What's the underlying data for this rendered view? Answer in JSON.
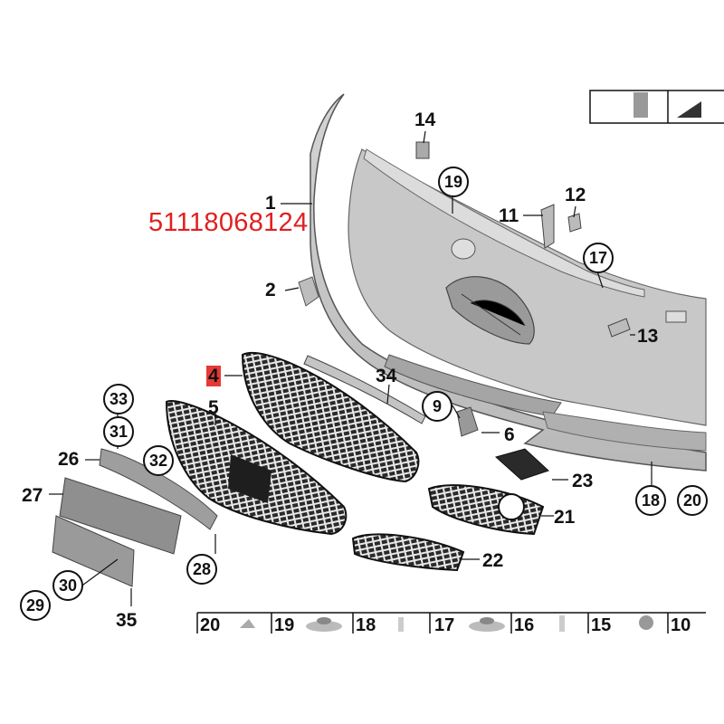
{
  "part_number": "51118068124",
  "callouts": {
    "c1": "1",
    "c2": "2",
    "c4": "4",
    "c5": "5",
    "c6": "6",
    "c9": "9",
    "c11": "11",
    "c12": "12",
    "c13": "13",
    "c14": "14",
    "c17": "17",
    "c18": "18",
    "c19": "19",
    "c20": "20",
    "c21": "21",
    "c22": "22",
    "c23": "23",
    "c26": "26",
    "c27": "27",
    "c28": "28",
    "c29": "29",
    "c30": "30",
    "c31": "31",
    "c32": "32",
    "c33": "33",
    "c34": "34",
    "c35": "35"
  },
  "hardware_strip": [
    "20",
    "19",
    "18",
    "17",
    "16",
    "15",
    "10"
  ],
  "colors": {
    "highlight": "#e53935",
    "part_number": "#e02020",
    "line": "#111111",
    "part_fill": "#c9c9c9"
  }
}
